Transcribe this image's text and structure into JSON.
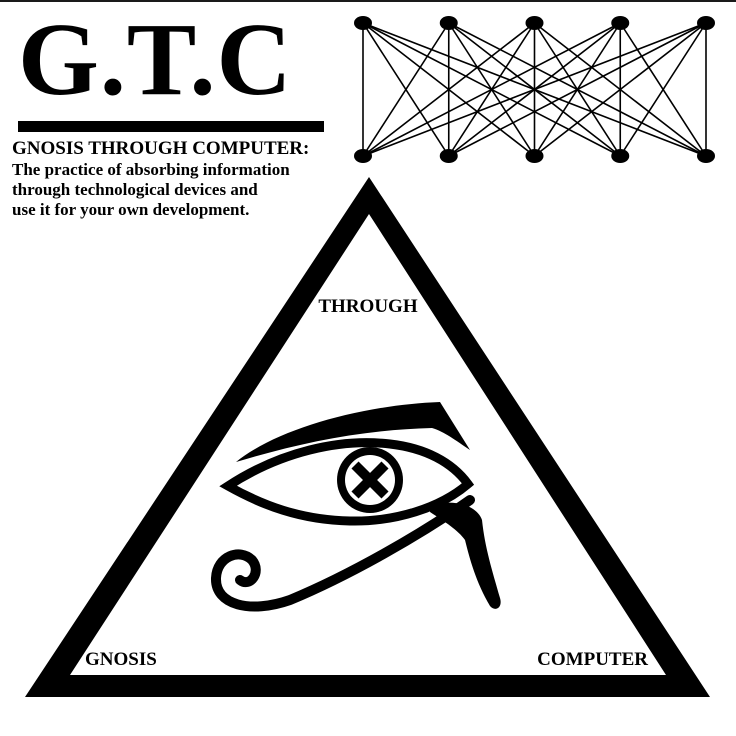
{
  "logo": {
    "text": "G.T.C"
  },
  "definition": {
    "heading": "GNOSIS THROUGH COMPUTER:",
    "body": "The practice of absorbing information\nthrough technological devices and\nuse it for your own development."
  },
  "pyramid": {
    "labels": {
      "top": "THROUGH",
      "bottom_left": "GNOSIS",
      "bottom_right": "COMPUTER"
    }
  },
  "network": {
    "description_icon": "neural-network-graph-icon",
    "top_nodes": 5,
    "bottom_nodes": 5
  },
  "emblem": {
    "icon": "eye-of-horus-icon",
    "pupil_icon": "x-circle-icon"
  },
  "colors": {
    "ink": "#000000",
    "background": "#ffffff"
  }
}
